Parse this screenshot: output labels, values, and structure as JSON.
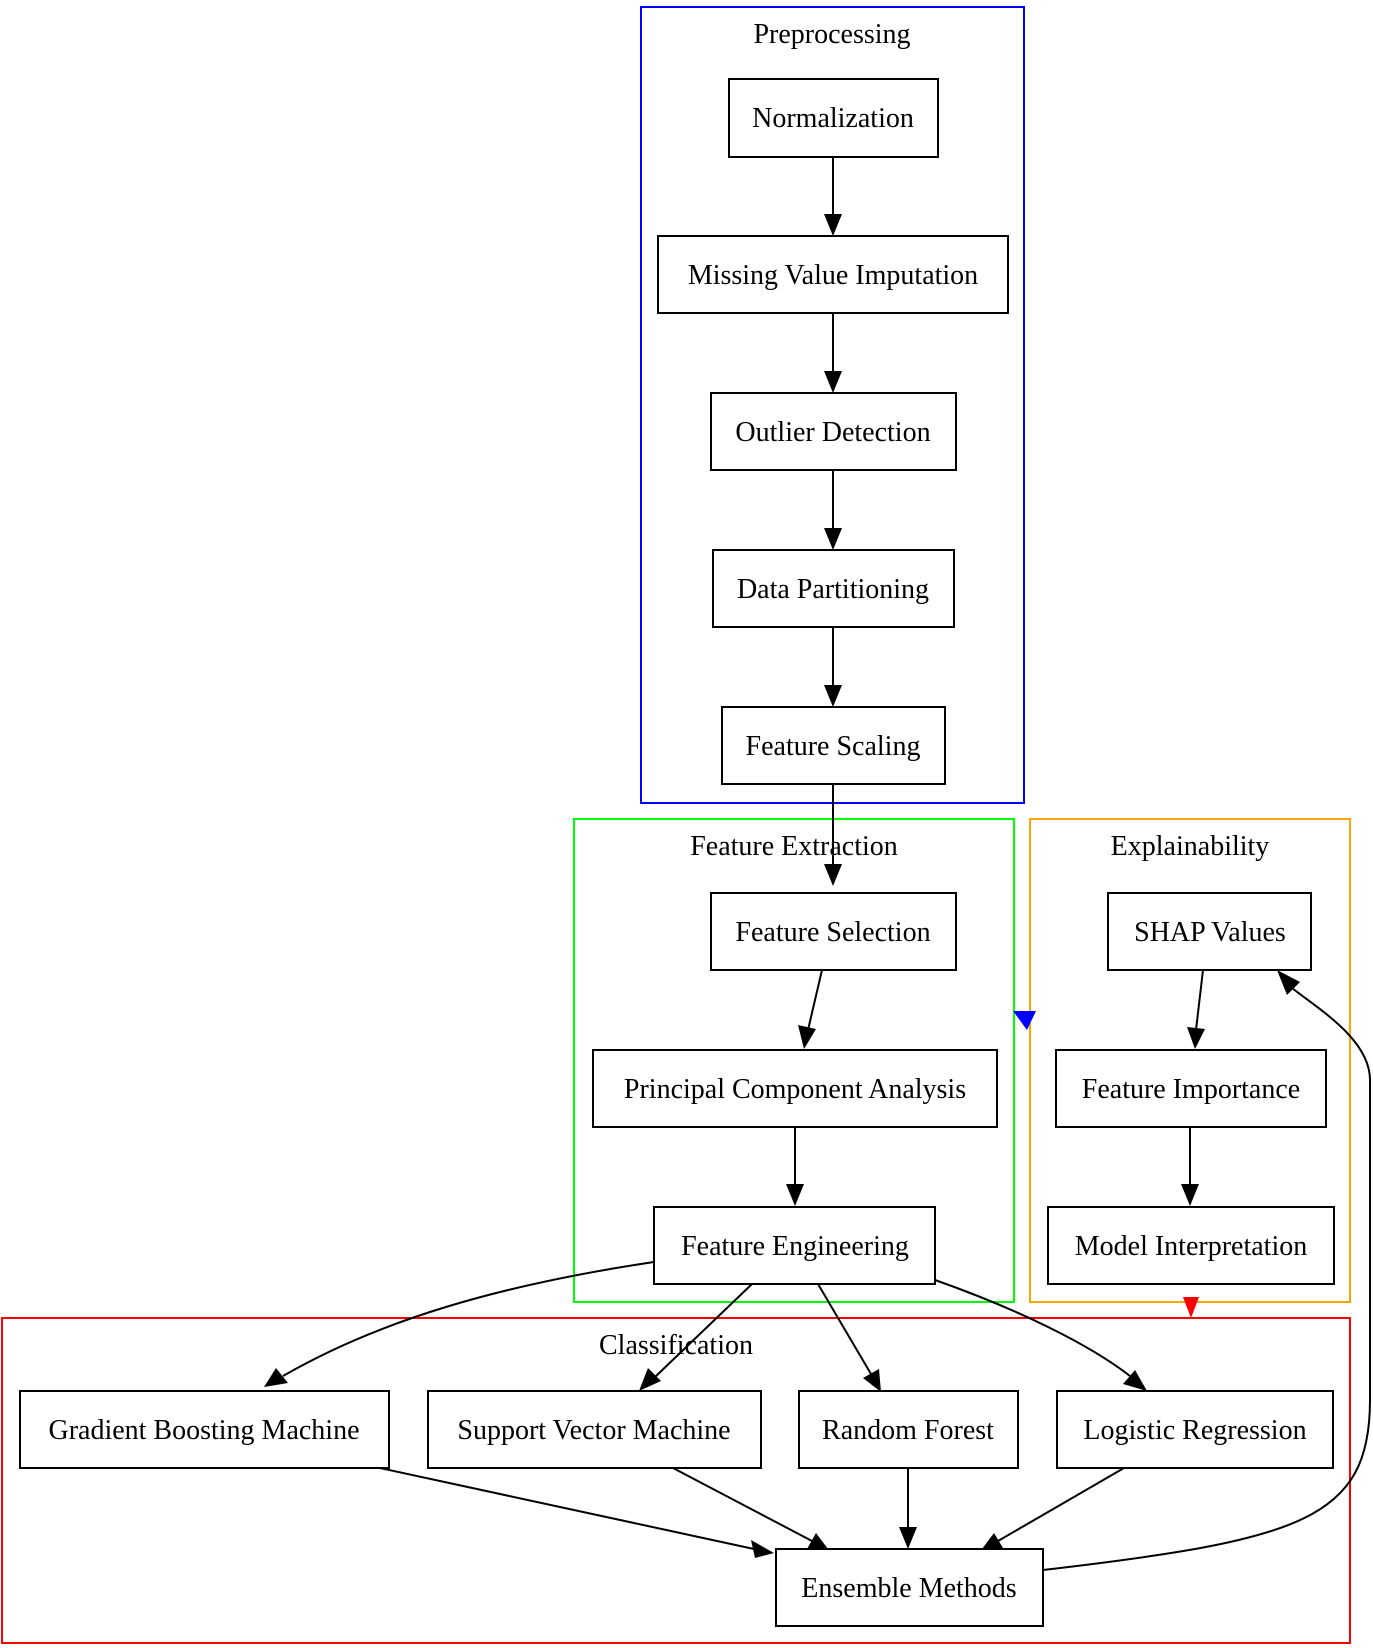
{
  "diagram": {
    "clusters": {
      "preprocessing": {
        "label": "Preprocessing",
        "color": "#0000ff"
      },
      "feature_extraction": {
        "label": "Feature Extraction",
        "color": "#00ff00"
      },
      "explainability": {
        "label": "Explainability",
        "color": "#ffa500"
      },
      "classification": {
        "label": "Classification",
        "color": "#ff0000"
      }
    },
    "nodes": {
      "normalization": "Normalization",
      "missing_value_imputation": "Missing Value Imputation",
      "outlier_detection": "Outlier Detection",
      "data_partitioning": "Data Partitioning",
      "feature_scaling": "Feature Scaling",
      "feature_selection": "Feature Selection",
      "pca": "Principal Component Analysis",
      "feature_engineering": "Feature Engineering",
      "shap_values": "SHAP Values",
      "feature_importance": "Feature Importance",
      "model_interpretation": "Model Interpretation",
      "gbm": "Gradient Boosting Machine",
      "svm": "Support Vector Machine",
      "random_forest": "Random Forest",
      "logistic_regression": "Logistic Regression",
      "ensemble_methods": "Ensemble Methods"
    }
  }
}
